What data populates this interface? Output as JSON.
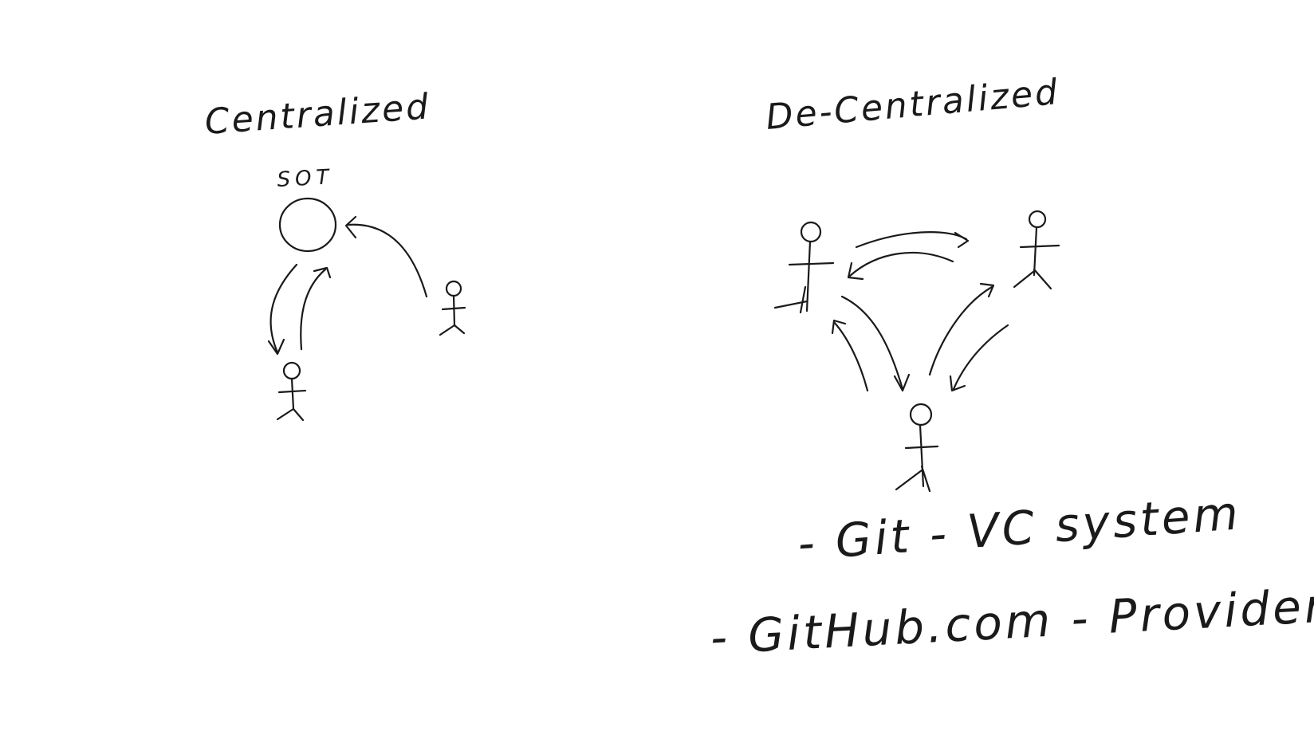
{
  "labels": {
    "centralized": "Centralized",
    "sot": "SOT",
    "decentralized": "De-Centralized",
    "git_line": "- Git - VC system",
    "github_line": "- GitHub.com - Provider"
  },
  "colors": {
    "background": "#ffffff",
    "ink": "#1a1a1a"
  }
}
